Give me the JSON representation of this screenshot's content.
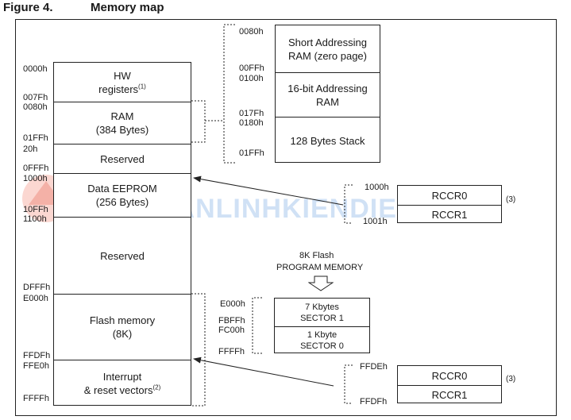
{
  "figure": {
    "number": "Figure 4.",
    "title": "Memory map"
  },
  "watermark": "BANLINHKIENDIENTU.VN",
  "memory_map": [
    {
      "name": "HW registers",
      "text1": "HW",
      "text2": "registers",
      "sup": "(1)"
    },
    {
      "name": "RAM",
      "text1": "RAM",
      "text2": "(384 Bytes)"
    },
    {
      "name": "Reserved 1",
      "text1": "Reserved"
    },
    {
      "name": "Data EEPROM",
      "text1": "Data EEPROM",
      "text2": "(256 Bytes)"
    },
    {
      "name": "Reserved 2",
      "text1": "Reserved"
    },
    {
      "name": "Flash memory",
      "text1": "Flash memory",
      "text2": "(8K)"
    },
    {
      "name": "Interrupt",
      "text1": "Interrupt",
      "text2": "& reset vectors",
      "sup": "(2)"
    }
  ],
  "addresses": [
    "0000h",
    "007Fh",
    "0080h",
    "01FFh",
    "20h",
    "0FFFh",
    "1000h",
    "10FFh",
    "1100h",
    "DFFFh",
    "E000h",
    "FFDFh",
    "FFE0h",
    "FFFFh"
  ],
  "ram_detail": {
    "addresses": [
      "0080h",
      "00FFh",
      "0100h",
      "017Fh",
      "0180h",
      "01FFh"
    ],
    "blocks": [
      {
        "text1": "Short Addressing",
        "text2": "RAM (zero page)"
      },
      {
        "text1": "16-bit Addressing",
        "text2": "RAM"
      },
      {
        "text1": "128 Bytes Stack"
      }
    ]
  },
  "eeprom_detail": {
    "addresses": [
      "1000h",
      "1001h"
    ],
    "registers": [
      "RCCR0",
      "RCCR1"
    ],
    "note": "(3)"
  },
  "flash_detail": {
    "heading1": "8K Flash",
    "heading2": "PROGRAM MEMORY",
    "addresses": [
      "E000h",
      "FBFFh",
      "FC00h",
      "FFFFh"
    ],
    "sectors": [
      {
        "text1": "7 Kbytes",
        "text2": "SECTOR 1"
      },
      {
        "text1": "1 Kbyte",
        "text2": "SECTOR 0"
      }
    ]
  },
  "vector_detail": {
    "addresses": [
      "FFDEh",
      "FFDFh"
    ],
    "registers": [
      "RCCR0",
      "RCCR1"
    ],
    "note": "(3)"
  }
}
